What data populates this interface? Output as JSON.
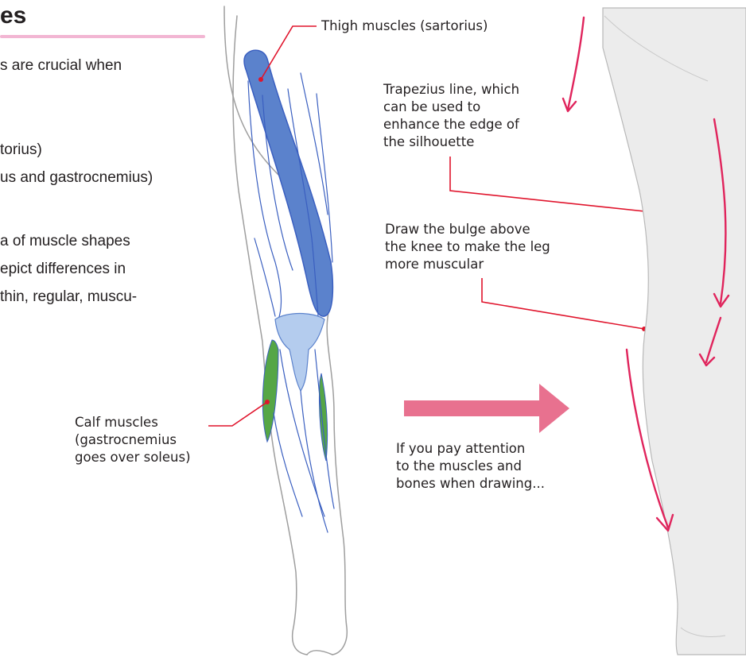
{
  "heading": {
    "text": "es",
    "rule_color": "#f2b6d3"
  },
  "body_text": [
    {
      "id": "line-1",
      "text": "s are crucial when"
    },
    {
      "id": "line-2",
      "text": "torius)"
    },
    {
      "id": "line-3",
      "text": "us and gastrocnemius)"
    },
    {
      "id": "line-4",
      "text": "a of muscle shapes"
    },
    {
      "id": "line-5",
      "text": "epict differences in"
    },
    {
      "id": "line-6",
      "text": "thin, regular, muscu-"
    }
  ],
  "labels": {
    "thigh": [
      "Thigh muscles (sartorius)"
    ],
    "calf": [
      "Calf muscles",
      "(gastrocnemius",
      "goes over soleus)"
    ],
    "trapezius": [
      "Trapezius line, which",
      "can be used to",
      "enhance the edge of",
      "the silhouette"
    ],
    "bulge": [
      "Draw the bulge above",
      "the knee to make the leg",
      "more muscular"
    ],
    "attention": [
      "If you pay attention",
      "to the muscles and",
      "bones when drawing..."
    ]
  },
  "colors": {
    "leader_line": "#e0142c",
    "sartorius": "#5b82cc",
    "muscle_outline": "#3a5fc0",
    "knee": "#b4ccee",
    "calf": "#55a646",
    "arrow": "#e8718f",
    "contour_arrows": "#e0245c",
    "silhouette": "#ececec",
    "outline": "#9e9e9e"
  }
}
